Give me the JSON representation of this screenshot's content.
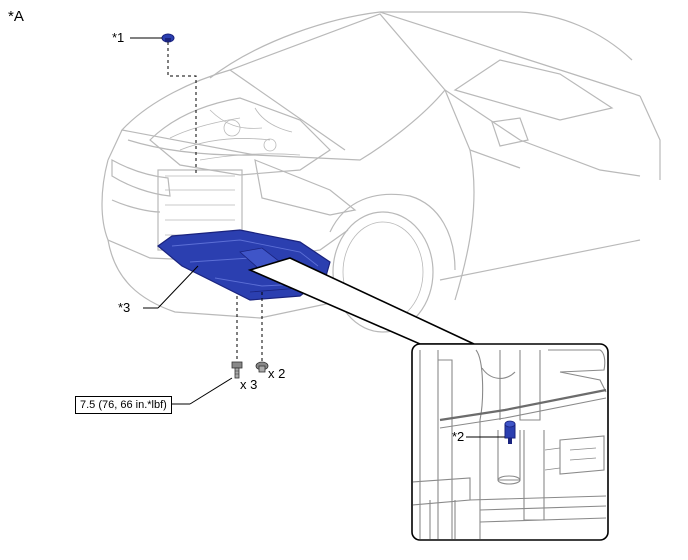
{
  "diagram": {
    "view_label": "*A",
    "callouts": {
      "c1": "*1",
      "c2": "*2",
      "c3": "*3"
    },
    "quantities": {
      "clips": "x 2",
      "bolts": "x 3"
    },
    "torque_spec": "7.5 (76, 66 in.*lbf)",
    "colors": {
      "highlight": "#2b3fb0",
      "highlight_dark": "#1a237e",
      "line": "#000000",
      "vehicle_line": "#b9b9b9"
    }
  }
}
